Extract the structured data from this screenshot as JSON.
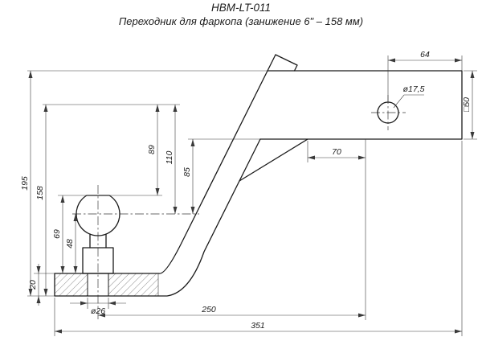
{
  "title": {
    "model": "HBM-LT-011",
    "description": "Переходник для фаркопа  (занижение 6\" – 158 мм)"
  },
  "dims": {
    "d64": "64",
    "hole": "ø17,5",
    "square50": "□50",
    "d70": "70",
    "d195": "195",
    "d158": "158",
    "d89": "89",
    "d110": "110",
    "d85": "85",
    "d69": "69",
    "d48": "48",
    "d20": "20",
    "stud": "ø26",
    "d250": "250",
    "d351": "351"
  },
  "colors": {
    "line": "#1a1a1a",
    "thin": "#3a3a3a",
    "background": "#ffffff"
  }
}
